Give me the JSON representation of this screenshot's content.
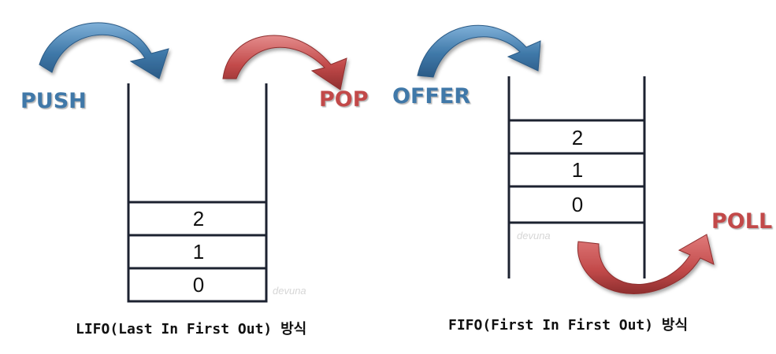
{
  "colors": {
    "blue": "#3f78a8",
    "red": "#c24a4a",
    "line": "#1c2230"
  },
  "stack": {
    "push_label": "PUSH",
    "pop_label": "POP",
    "cells": [
      "2",
      "1",
      "0"
    ],
    "caption": "LIFO(Last In First Out) 방식",
    "watermark": "devuna"
  },
  "queue": {
    "offer_label": "OFFER",
    "poll_label": "POLL",
    "cells": [
      "2",
      "1",
      "0"
    ],
    "caption": "FIFO(First In First Out) 방식",
    "watermark": "devuna"
  }
}
